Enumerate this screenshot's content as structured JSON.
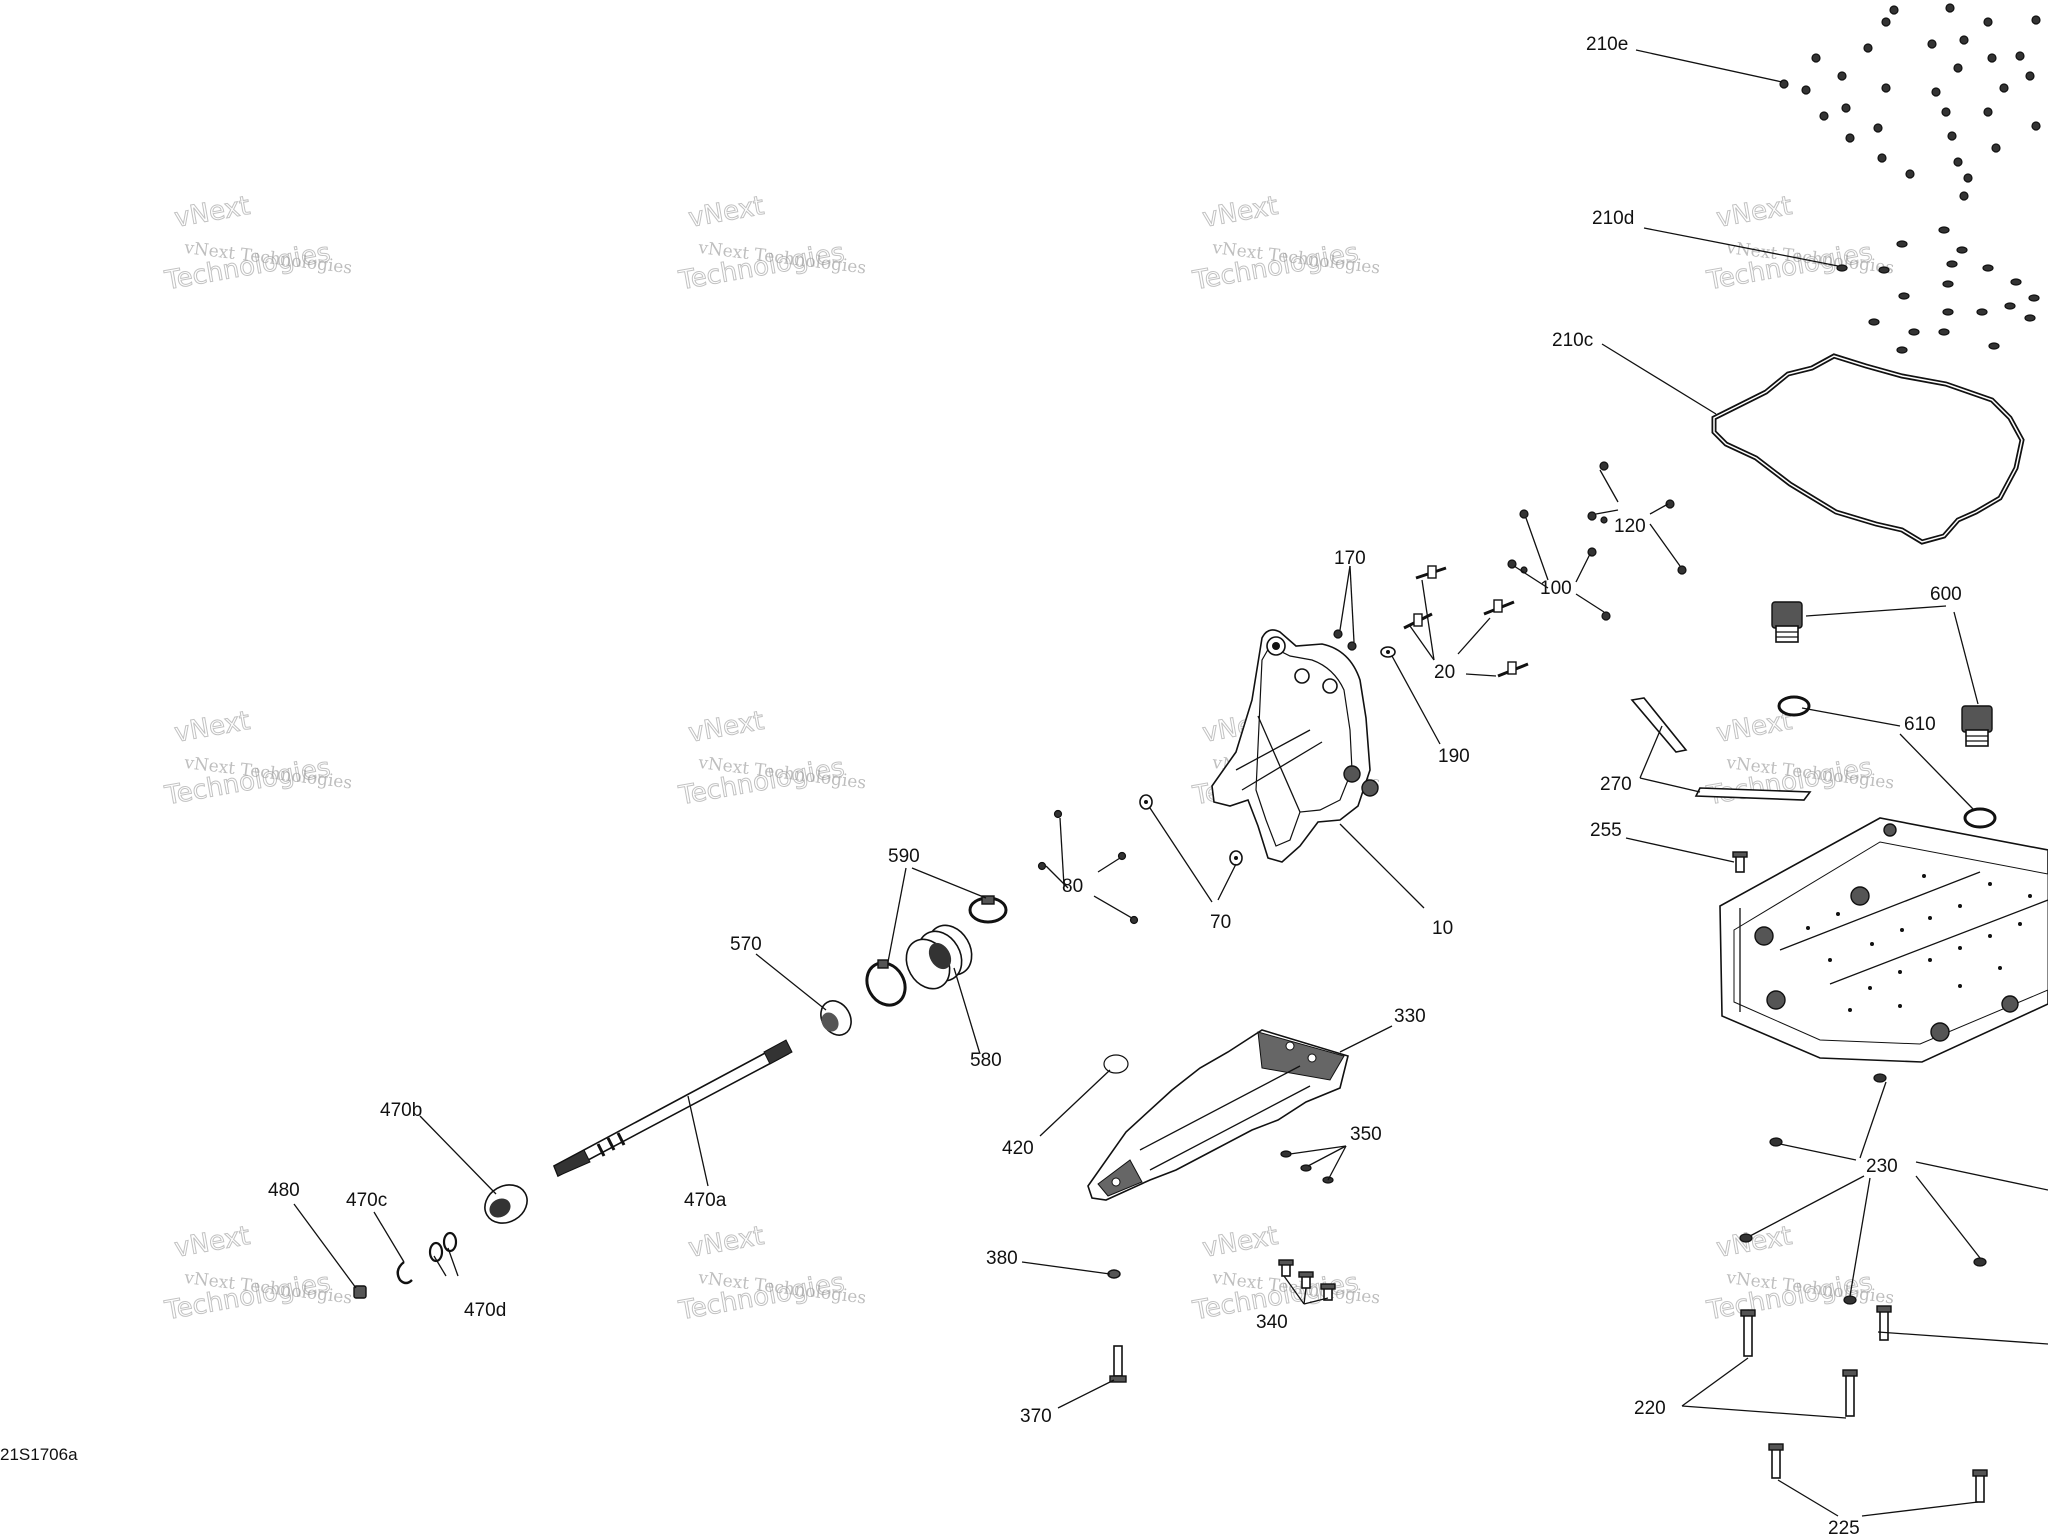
{
  "drawing_code": "21S1706a",
  "watermark": {
    "line1": "vNext Technologies",
    "line2": "vNext",
    "line3": "Technologies"
  },
  "callouts": {
    "c210e": "210e",
    "c210d": "210d",
    "c210c": "210c",
    "c120": "120",
    "c100": "100",
    "c170": "170",
    "c20": "20",
    "c190": "190",
    "c600": "600",
    "c610": "610",
    "c270": "270",
    "c255": "255",
    "c10": "10",
    "c590": "590",
    "c80": "80",
    "c70": "70",
    "c570": "570",
    "c580": "580",
    "c330": "330",
    "c420": "420",
    "c350": "350",
    "c470b": "470b",
    "c470a": "470a",
    "c470c": "470c",
    "c470d": "470d",
    "c480": "480",
    "c380": "380",
    "c340": "340",
    "c370": "370",
    "c230": "230",
    "c220": "220",
    "c225": "225"
  }
}
